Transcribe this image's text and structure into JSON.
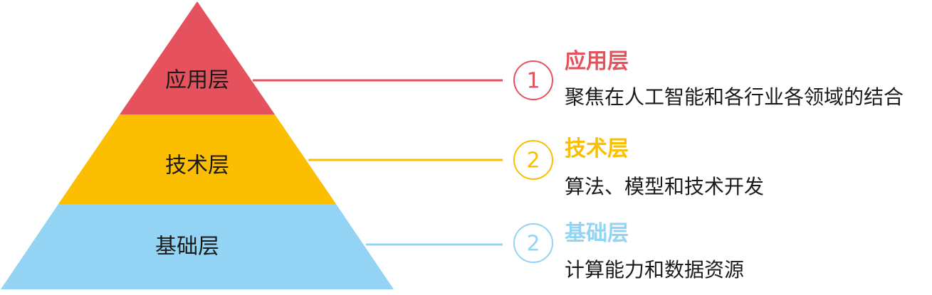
{
  "layers": [
    {
      "name": "应用层",
      "number": "1",
      "title": "应用层",
      "description": "聚焦在人工智能和各行业各领域的结合",
      "color": "#E5525D"
    },
    {
      "name": "技术层",
      "number": "2",
      "title": "技术层",
      "description": "算法、模型和技术开发",
      "color": "#FBBE00"
    },
    {
      "name": "基础层",
      "number": "2",
      "title": "基础层",
      "description": "计算能力和数据资源",
      "color": "#93D3F3"
    }
  ]
}
